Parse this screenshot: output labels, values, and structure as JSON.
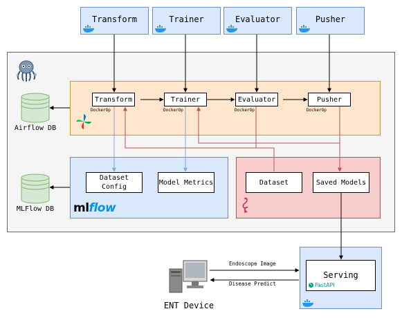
{
  "top_services": [
    {
      "label": "Transform",
      "icon": "docker-icon"
    },
    {
      "label": "Trainer",
      "icon": "docker-icon"
    },
    {
      "label": "Evaluator",
      "icon": "docker-icon"
    },
    {
      "label": "Pusher",
      "icon": "docker-icon"
    }
  ],
  "pipeline": {
    "icon": "airflow-icon",
    "nodes": [
      {
        "label": "Transform",
        "tag": "DockerOp"
      },
      {
        "label": "Trainer",
        "tag": "DockerOp"
      },
      {
        "label": "Evaluator",
        "tag": "DockerOp"
      },
      {
        "label": "Pusher",
        "tag": "DockerOp"
      }
    ]
  },
  "airflow_db": {
    "label": "Airflow DB",
    "icon": "database-icon"
  },
  "mlflow": {
    "logo": "mlflow",
    "nodes": [
      {
        "label": "Dataset Config"
      },
      {
        "label": "Model Metrics"
      }
    ]
  },
  "mlflow_db": {
    "label": "MLFlow DB",
    "icon": "database-icon"
  },
  "storage": {
    "icon": "flamingo-icon",
    "nodes": [
      {
        "label": "Dataset"
      },
      {
        "label": "Saved Models"
      }
    ]
  },
  "serving": {
    "label": "Serving",
    "badge": "FastAPI",
    "icon": "docker-icon"
  },
  "device": {
    "label": "ENT Device",
    "icon": "computer-icon"
  },
  "edges": {
    "to_serving": "Endoscope Image",
    "from_serving": "Disease Predict"
  },
  "colors": {
    "blue_fill": "#dae8fc",
    "blue_stroke": "#6c8ebf",
    "orange_fill": "#ffe6cc",
    "orange_stroke": "#d79b00",
    "red_fill": "#f8cecc",
    "red_stroke": "#b85450",
    "green_fill": "#d5e8d4",
    "green_stroke": "#82b366",
    "outer_fill": "#f5f5f5",
    "outer_stroke": "#666666",
    "blue_arrow": "#7ea6e0",
    "red_arrow": "#b85450"
  }
}
